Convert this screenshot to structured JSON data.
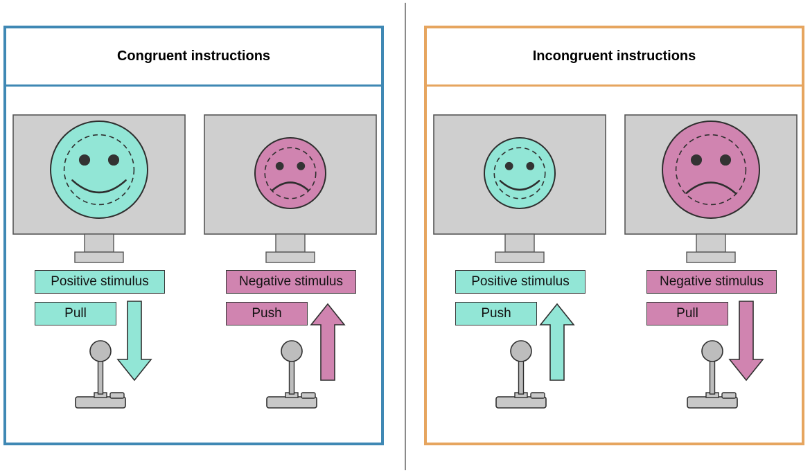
{
  "colors": {
    "congruent_border": "#3f88b4",
    "incongruent_border": "#e6a55f",
    "positive_fill": "#92e6d6",
    "negative_fill": "#d084b0",
    "monitor_gray": "#cfcfcf",
    "joystick_gray": "#bdbdbd"
  },
  "panels": [
    {
      "title": "Congruent instructions",
      "border_color": "#3f88b4",
      "columns": [
        {
          "stimulus": "Positive stimulus",
          "action": "Pull",
          "valence": "positive",
          "face_size": "large",
          "arrow": "down"
        },
        {
          "stimulus": "Negative stimulus",
          "action": "Push",
          "valence": "negative",
          "face_size": "small",
          "arrow": "up"
        }
      ]
    },
    {
      "title": "Incongruent instructions",
      "border_color": "#e6a55f",
      "columns": [
        {
          "stimulus": "Positive stimulus",
          "action": "Push",
          "valence": "positive",
          "face_size": "small",
          "arrow": "up"
        },
        {
          "stimulus": "Negative stimulus",
          "action": "Pull",
          "valence": "negative",
          "face_size": "large",
          "arrow": "down"
        }
      ]
    }
  ]
}
